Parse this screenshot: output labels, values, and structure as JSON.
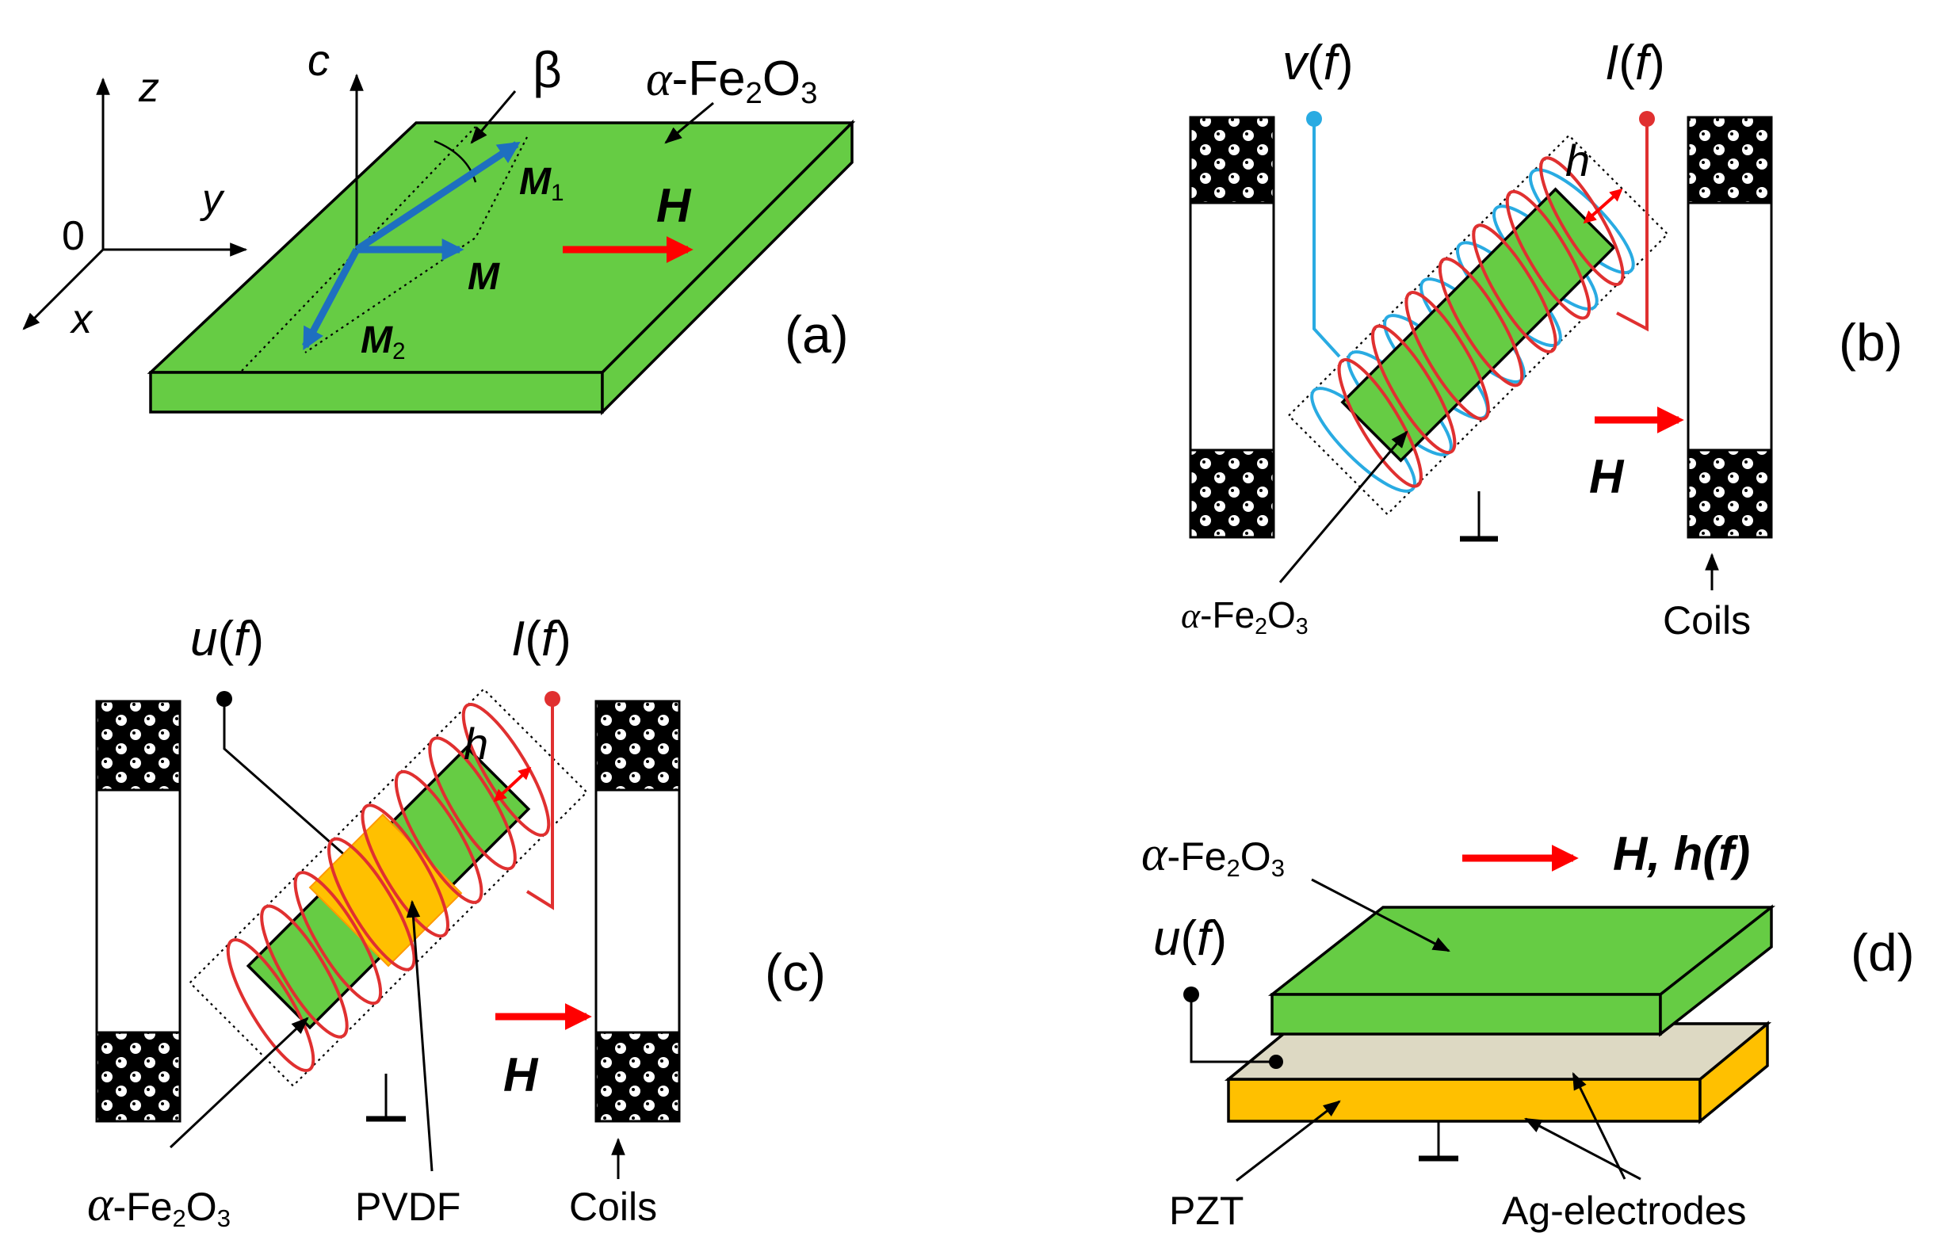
{
  "panels": {
    "a": {
      "label": "(a)",
      "axis_z": "z",
      "axis_y": "y",
      "axis_x": "x",
      "axis_origin": "0",
      "axis_c": "c",
      "beta": "β",
      "material_greek": "α",
      "material_rest": "-Fe",
      "material_sub1": "2",
      "material_mid": "O",
      "material_sub2": "3",
      "m1": "M",
      "m1_sub": "1",
      "m": "M",
      "m2": "M",
      "m2_sub": "2",
      "field": "H"
    },
    "b": {
      "label": "(b)",
      "v_main": "v",
      "v_open": "(",
      "v_arg": "f",
      "v_close": ")",
      "i_main": "I",
      "i_open": "(",
      "i_arg": "f",
      "i_close": ")",
      "h": "h",
      "field": "H",
      "material_greek": "α",
      "material_rest": "-Fe",
      "material_sub1": "2",
      "material_mid": "O",
      "material_sub2": "3",
      "coils": "Coils"
    },
    "c": {
      "label": "(c)",
      "u_main": "u",
      "u_open": "(",
      "u_arg": "f",
      "u_close": ")",
      "i_main": "I",
      "i_open": "(",
      "i_arg": "f",
      "i_close": ")",
      "h": "h",
      "field": "H",
      "material_greek": "α",
      "material_rest": "-Fe",
      "material_sub1": "2",
      "material_mid": "O",
      "material_sub2": "3",
      "pvdf": "PVDF",
      "coils": "Coils"
    },
    "d": {
      "label": "(d)",
      "field_label": "H, h(f)",
      "material_greek": "α",
      "material_rest": "-Fe",
      "material_sub1": "2",
      "material_mid": "O",
      "material_sub2": "3",
      "u_main": "u",
      "u_open": "(",
      "u_arg": "f",
      "u_close": ")",
      "pzt": "PZT",
      "electrodes": "Ag-electrodes"
    }
  },
  "colors": {
    "ferrite": "#66cc44",
    "magnetization": "#1e6fc0",
    "field_arrow": "#ff0000",
    "coil_red": "#e03030",
    "coil_blue": "#29abe2",
    "pvdf": "#ffc000",
    "pzt": "#ffc000",
    "electrode": "#ddd9c3"
  }
}
